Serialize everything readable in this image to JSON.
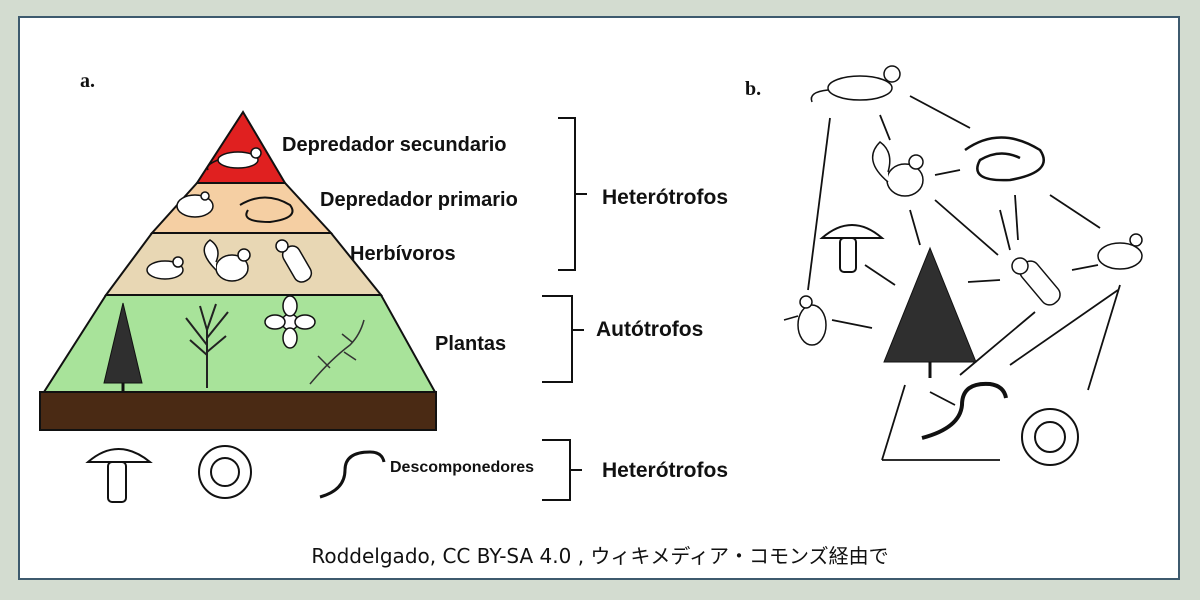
{
  "panel_a": {
    "letter": "a.",
    "levels": {
      "secondary_predator": "Depredador secundario",
      "primary_predator": "Depredador primario",
      "herbivores": "Herbívoros",
      "plants": "Plantas",
      "decomposers": "Descomponedores"
    },
    "groups": {
      "heterotrophs_top": "Heterótrofos",
      "autotrophs": "Autótrofos",
      "heterotrophs_bottom": "Heterótrofos"
    },
    "colors": {
      "top": "#e02020",
      "middle": "#f5cfa3",
      "herbivore": "#e8d7b4",
      "plants": "#a8e39a",
      "soil": "#4a2a14",
      "frame": "#3d5a6e"
    }
  },
  "panel_b": {
    "letter": "b."
  },
  "credit": "Roddelgado, CC BY-SA 4.0 , ウィキメディア・コモンズ経由で"
}
